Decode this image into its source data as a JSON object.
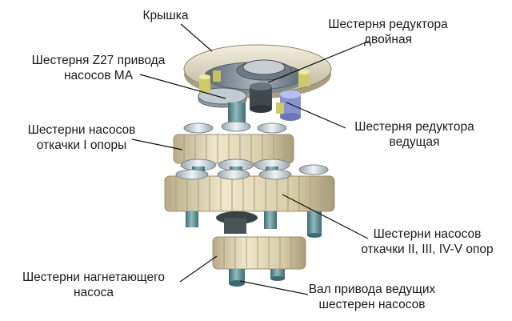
{
  "labels": {
    "cover": "Крышка",
    "reducer_double": [
      "Шестерня редуктора",
      "двойная"
    ],
    "z27_drive": [
      "Шестерня Z27 привода",
      "насосов МА"
    ],
    "reducer_drive": [
      "Шестерня редуктора",
      "ведущая"
    ],
    "scavenge_1": [
      "Шестерни насосов",
      "откачки I опоры"
    ],
    "scavenge_2": [
      "Шестерни насосов",
      "откачки II, III, IV-V опор"
    ],
    "pressure": [
      "Шестерни нагнетающего",
      "насоса"
    ],
    "shaft": [
      "Вал привода ведущих",
      "шестерен насосов"
    ]
  },
  "colors": {
    "gear_body": "#e6dcc0",
    "gear_shade": "#b8ab88",
    "shaft": "#6f9da0",
    "shaft_dark": "#3f6b6f",
    "hub": "#d9e2e6",
    "cover": "#e8e2cf",
    "reducer_gear": "#8d9aa6",
    "blue_gear": "#9aa6e0",
    "yellow_gear": "#d6d27a",
    "leader_line": "#111111"
  }
}
